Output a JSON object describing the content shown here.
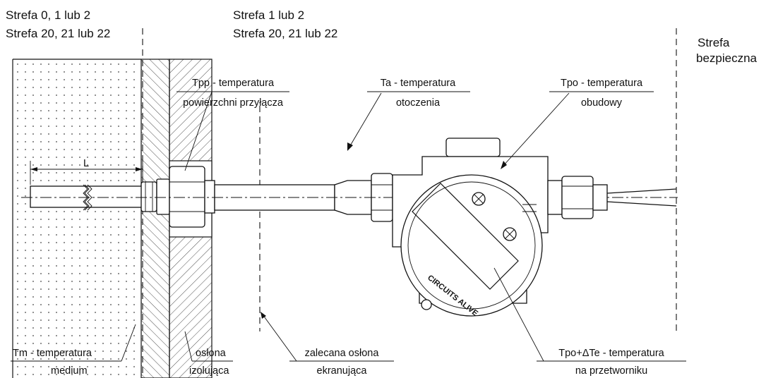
{
  "zones": {
    "left_line1": "Strefa 0, 1 lub 2",
    "left_line2": "Strefa 20, 21 lub 22",
    "mid_line1": "Strefa 1 lub 2",
    "mid_line2": "Strefa 20, 21 lub 22",
    "safe_line1": "Strefa",
    "safe_line2": "bezpieczna"
  },
  "labels": {
    "tpp_line1": "Tpp - temperatura",
    "tpp_line2": "powierzchni przyłącza",
    "ta_line1": "Ta - temperatura",
    "ta_line2": "otoczenia",
    "tpo_line1": "Tpo - temperatura",
    "tpo_line2": "obudowy",
    "tm_line1": "Tm - temperatura",
    "tm_line2": "medium",
    "oslona_line1": "osłona",
    "oslona_line2": "izolująca",
    "zalecana_line1": "zalecana osłona",
    "zalecana_line2": "ekranująca",
    "tpote_line1": "Tpo+ΔTe - temperatura",
    "tpote_line2": "na przetworniku",
    "length": "L"
  },
  "housing_marking": "CIRCUITS ALIVE"
}
